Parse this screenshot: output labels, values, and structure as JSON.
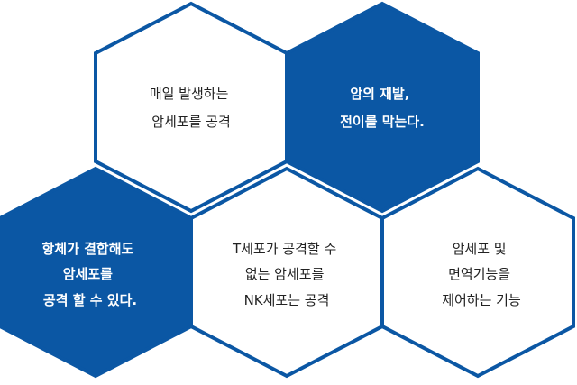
{
  "colors": {
    "accent": "#0b57a4",
    "text_dark": "#222222",
    "text_light": "#ffffff",
    "background": "#ffffff"
  },
  "hexagons": [
    {
      "style": "outline",
      "lines": [
        "매일 발생하는",
        "암세포를 공격"
      ]
    },
    {
      "style": "filled",
      "lines": [
        "암의 재발,",
        "전이를 막는다."
      ]
    },
    {
      "style": "filled",
      "lines": [
        "항체가 결합해도",
        "암세포를",
        "공격 할 수 있다."
      ]
    },
    {
      "style": "outline",
      "lines": [
        "T세포가 공격할 수",
        "없는 암세포를",
        "NK세포는 공격"
      ]
    },
    {
      "style": "outline",
      "lines": [
        "암세포 및",
        "면역기능을",
        "제어하는 기능"
      ]
    }
  ]
}
